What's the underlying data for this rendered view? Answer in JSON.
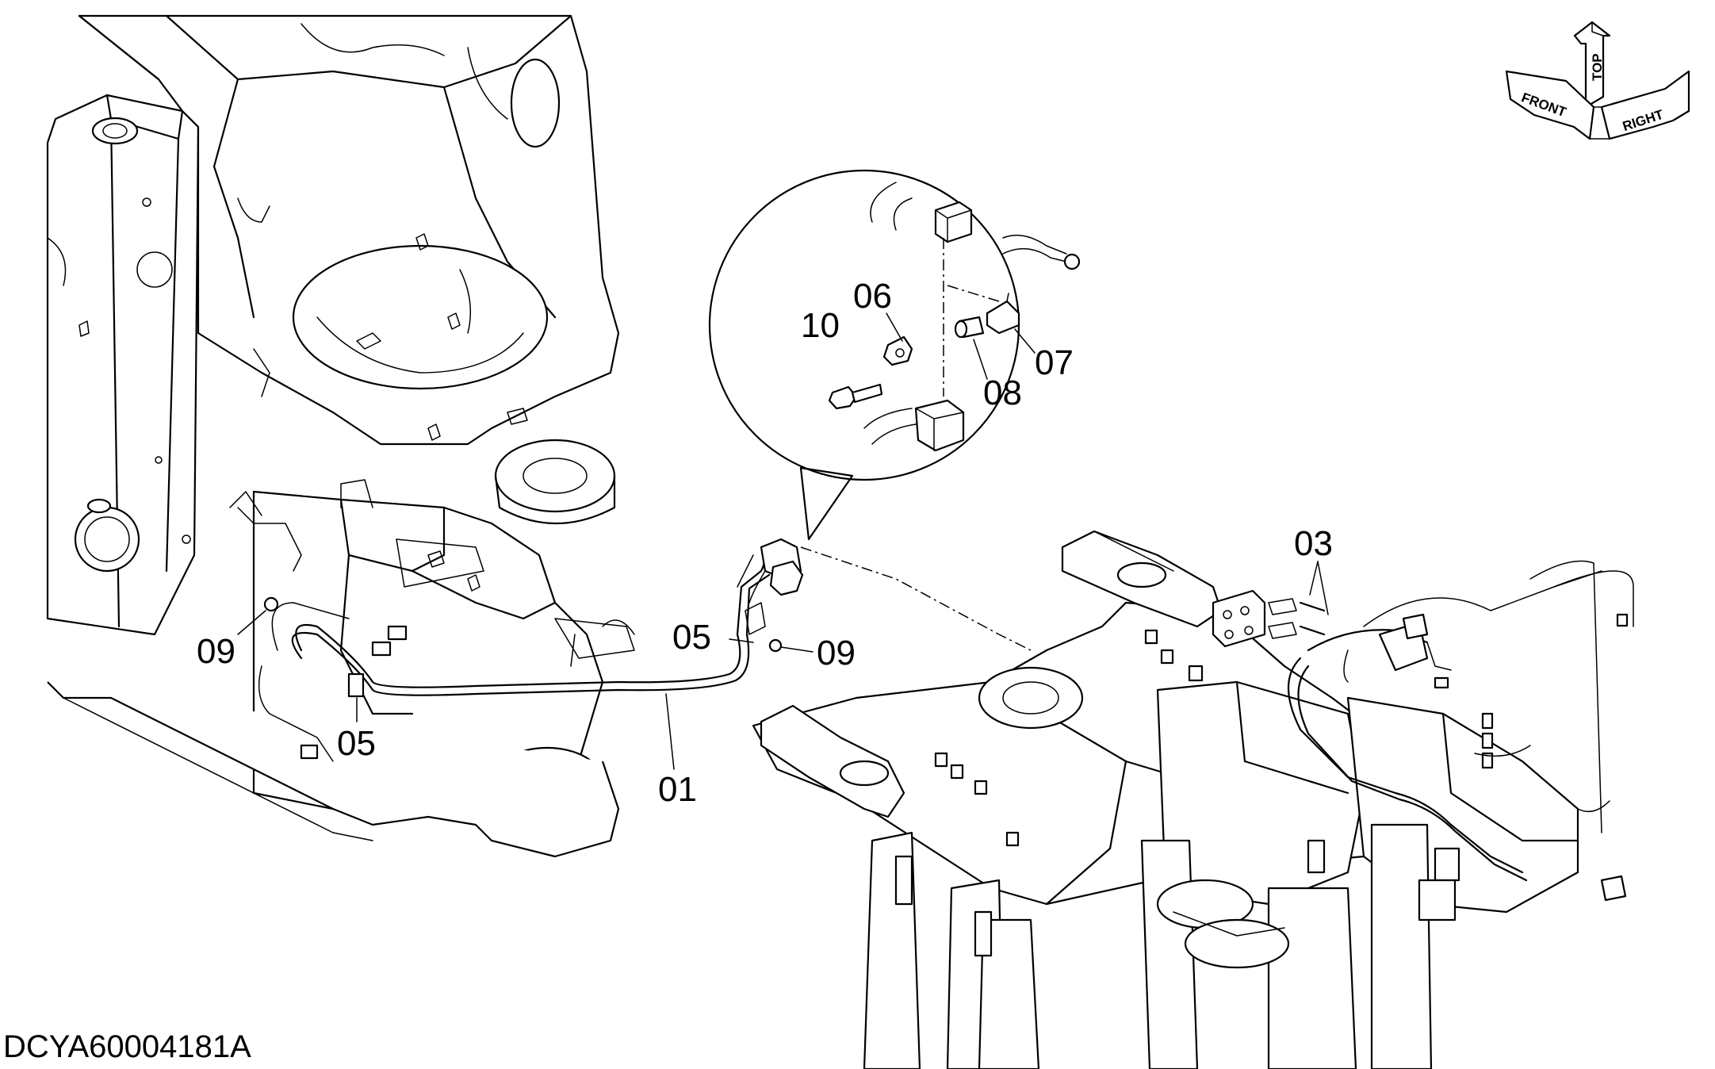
{
  "drawing_code": "DCYA60004181A",
  "orientation": {
    "front": "FRONT",
    "top": "TOP",
    "right": "RIGHT"
  },
  "callouts": {
    "c01": "01",
    "c03": "03",
    "c05_left": "05",
    "c05_right": "05",
    "c06": "06",
    "c07": "07",
    "c08": "08",
    "c09_left": "09",
    "c09_right": "09",
    "c10": "10"
  }
}
